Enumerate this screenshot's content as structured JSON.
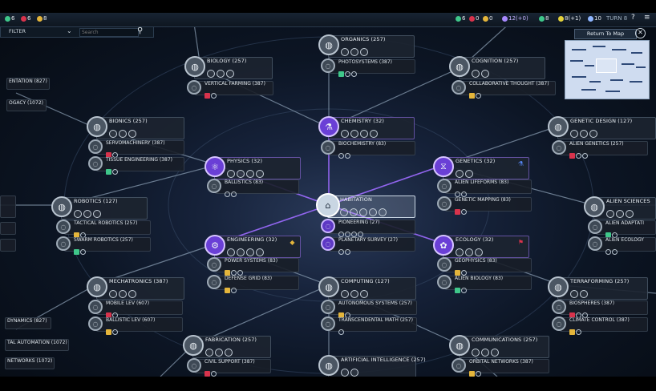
{
  "topbar": {
    "left": [
      {
        "value": "6",
        "color": "#3fc78a",
        "icon": "energy-icon"
      },
      {
        "value": "6",
        "color": "#d8334c",
        "icon": "culture-icon"
      },
      {
        "value": "8",
        "color": "#e4b53b",
        "icon": "food-icon"
      }
    ],
    "right": [
      {
        "value": "6",
        "color": "#3fc78a",
        "icon": "purity-icon"
      },
      {
        "value": "0",
        "color": "#d8334c",
        "icon": "harmony-icon"
      },
      {
        "value": "0",
        "color": "#e4b53b",
        "icon": "supremacy-icon"
      },
      {
        "value": "12(+0)",
        "color": "#a889ff",
        "icon": "science-icon"
      },
      {
        "value": "8",
        "color": "#3fc78a",
        "icon": "health-icon"
      },
      {
        "value": "8(+1)",
        "color": "#e4d23b",
        "icon": "energy-income-icon"
      },
      {
        "value": "10",
        "color": "#8fb6ff",
        "icon": "diplomacy-icon"
      },
      {
        "value": "TURN 8",
        "color": "#9fb0c0",
        "icon": "turn-icon"
      }
    ],
    "help": "?",
    "menu": "≡"
  },
  "filter": {
    "label": "FILTER",
    "placeholder": "Search",
    "chevron": "⌄",
    "search_glyph": "⚲"
  },
  "return_button": "Return To Map",
  "close_glyph": "✕",
  "techs": {
    "organics": "ORGANICS (257)",
    "photosystems": "PHOTOSYSTEMS (387)",
    "biology": "BIOLOGY (257)",
    "vertical_farming": "VERTICAL FARMING (387)",
    "cognition": "COGNITION (257)",
    "collaborative_thought": "COLLABORATIVE THOUGHT (387)",
    "bionics": "BIONICS (257)",
    "servomachinery": "SERVOMACHINERY (387)",
    "tissue_engineering": "TISSUE ENGINEERING (387)",
    "chemistry": "CHEMISTRY (32)",
    "biochemistry": "BIOCHEMISTRY (83)",
    "genetic_design": "GENETIC DESIGN (127)",
    "alien_genetics": "ALIEN GENETICS (257)",
    "physics": "PHYSICS (32)",
    "ballistics": "BALLISTICS (83)",
    "genetics": "GENETICS (32)",
    "alien_lifeforms": "ALIEN LIFEFORMS (83)",
    "genetic_mapping": "GENETIC MAPPING (83)",
    "robotics": "ROBOTICS (127)",
    "tactical_robotics": "TACTICAL ROBOTICS (257)",
    "swarm_robotics": "SWARM ROBOTICS (257)",
    "habitation": "HABITATION",
    "pioneering": "PIONEERING (27)",
    "planetary_survey": "PLANETARY SURVEY (27)",
    "alien_sciences": "ALIEN SCIENCES",
    "alien_adaptation": "ALIEN ADAPTATI",
    "alien_ecology": "ALIEN ECOLOGY",
    "engineering": "ENGINEERING (32)",
    "power_systems": "POWER SYSTEMS (83)",
    "defense_grid": "DEFENSE GRID (83)",
    "ecology": "ECOLOGY (32)",
    "geophysics": "GEOPHYSICS (83)",
    "alien_biology": "ALIEN BIOLOGY (83)",
    "mechatronics": "MECHATRONICS (387)",
    "mobile_lev": "MOBILE LEV (607)",
    "ballistic_lev": "BALLISTIC LEV (607)",
    "computing": "COMPUTING (127)",
    "autonomous_systems": "AUTONOMOUS SYSTEMS (257)",
    "transcendental_math": "TRANSCENDENTAL MATH (257)",
    "terraforming": "TERRAFORMING (257)",
    "biospheres": "BIOSPHERES (387)",
    "climate_control": "CLIMATE CONTROL (387)",
    "fabrication": "FABRICATION (257)",
    "civil_support": "CIVIL SUPPORT (387)",
    "artificial_intelligence": "ARTIFICIAL INTELLIGENCE (257)",
    "communications": "COMMUNICATIONS (257)",
    "orbital_networks": "ORBITAL NETWORKS (387)",
    "edge_entation": "ENTATION (827)",
    "edge_ogacy": "OGACY (1072)",
    "edge_dynamics": "DYNAMICS (827)",
    "edge_automation": "TAL AUTOMATION (1072)",
    "edge_networks": "NETWORKS (1072)"
  },
  "icons": {
    "current_research": "habitation-icon",
    "affinity_supremacy": "affinity-gem-icon",
    "affinity_harmony": "affinity-banner-icon",
    "affinity_purity": "affinity-flask-icon"
  },
  "colors": {
    "accent_purple": "#9d6bff",
    "purity": "#3fc78a",
    "harmony": "#d8334c",
    "supremacy": "#e4b53b"
  }
}
